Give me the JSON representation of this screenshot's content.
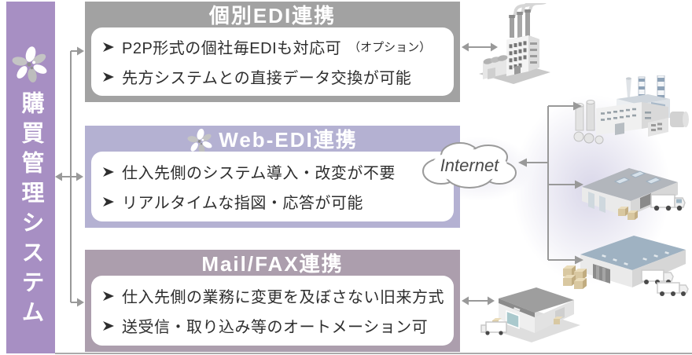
{
  "sidebar": {
    "title": "購買管理システム",
    "icon": "flower-icon",
    "bg_color": "#a78fc3"
  },
  "boxes": [
    {
      "title": "個別EDI連携",
      "header_color": "#a2a2a2",
      "items": [
        {
          "text": "P2P形式の個社毎EDIも対応可",
          "suffix": "（オプション）"
        },
        {
          "text": "先方システムとの直接データ交換が可能",
          "suffix": ""
        }
      ]
    },
    {
      "title": "Web-EDI連携",
      "header_color": "#b4b1d2",
      "title_icon": "flower-icon",
      "items": [
        {
          "text": "仕入先側のシステム導入・改変が不要",
          "suffix": ""
        },
        {
          "text": "リアルタイムな指図・応答が可能",
          "suffix": ""
        }
      ]
    },
    {
      "title": "Mail/FAX連携",
      "header_color": "#ac9ead",
      "items": [
        {
          "text": "仕入先側の業務に変更を及ぼさない旧来方式",
          "suffix": ""
        },
        {
          "text": "送受信・取り込み等のオートメーション可",
          "suffix": ""
        }
      ]
    }
  ],
  "cloud": {
    "label": "Internet"
  },
  "icons": {
    "bullet": "arrow-bullet-icon",
    "illustrations": [
      "factory-smokestacks",
      "chemical-plant",
      "workshop-with-truck",
      "warehouse-with-trucks",
      "warehouse-with-truck"
    ]
  },
  "colors": {
    "sidebar_bg": "#a78fc3",
    "box1_header": "#a2a2a2",
    "box2_header": "#b4b1d2",
    "box3_header": "#ac9ead",
    "connector": "#999999",
    "bullet_text": "#2e2e2e",
    "glow": "#bab6d7"
  }
}
